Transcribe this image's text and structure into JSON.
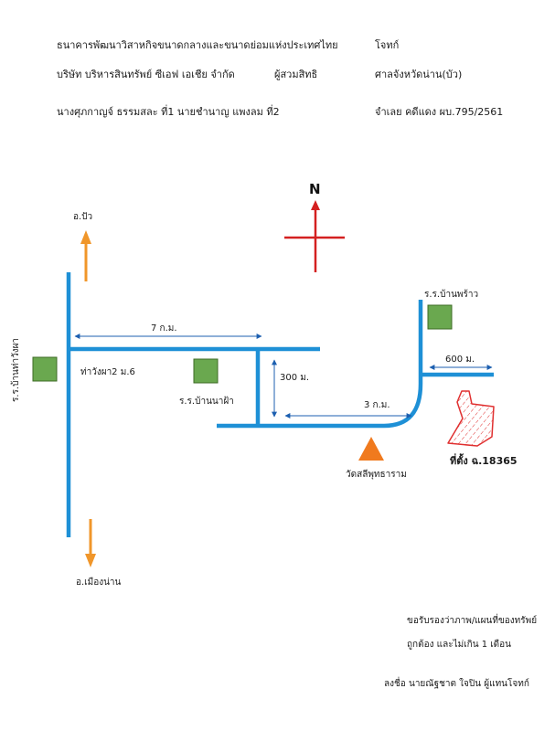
{
  "header": {
    "creditor_bank": "ธนาคารพัฒนาวิสาหกิจขนาดกลางและขนาดย่อมแห่งประเทศไทย",
    "plaintiff_role": "โจทก์",
    "transferee": "บริษัท บริหารสินทรัพย์ ซีเอฟ เอเชีย จำกัด",
    "transferee_role": "ผู้สวมสิทธิ",
    "court": "ศาลจังหวัดน่าน(บัว)",
    "defendants": "นางศุภกาญจ์  ธรรมสละ ที่1 นายชำนาญ  แพงลม  ที่2",
    "case": "จำเลย คดีแดง ผบ.795/2561"
  },
  "map": {
    "north_label": "N",
    "to_pua": "อ.ปัว",
    "to_mueang_nan": "อ.เมืองน่าน",
    "school_wang_pha": "ร.ร.บ้านท่าวังผา",
    "village_tha_wang_pha": "ท่าวังผา2 ม.6",
    "school_na_fa": "ร.ร.บ้านนาฝ้า",
    "school_phrao": "ร.ร.บ้านพร้าว",
    "temple": "วัดสลีพุทธาราม",
    "dist_7km": "7 ก.ม.",
    "dist_300m": "300 ม.",
    "dist_3km": "3 ก.ม.",
    "dist_600m": "600 ม.",
    "site_label": "ที่ตั้ง  ฉ.18365"
  },
  "footer": {
    "certify_line1": "ขอรับรองว่าภาพ/แผนที่ของทรัพย์",
    "certify_line2": "ถูกต้อง และไม่เกิน 1 เดือน",
    "signature": "ลงชื่อ นายณัฐชาต  ใจปิน ผู้แทนโจทก์"
  },
  "colors": {
    "road": "#1e90d6",
    "building": "#6aa84f",
    "building_border": "#3d6b25",
    "direction_arrow": "#f0962a",
    "north_arrow": "#d42020",
    "temple": "#f07a1e",
    "site": "#e03030",
    "dimension": "#1c5fb0"
  },
  "icons": {
    "north": "compass-cross-icon",
    "school": "square-icon",
    "temple": "triangle-icon",
    "site": "parcel-polygon-icon"
  }
}
